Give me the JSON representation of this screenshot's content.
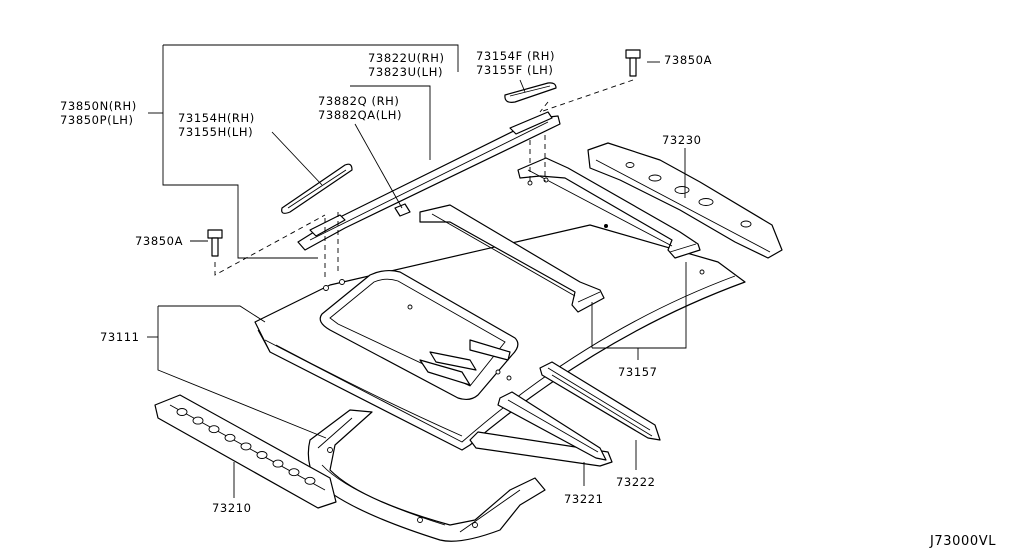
{
  "diagram_code": "J73000VL",
  "labels": {
    "p73850n": "73850N(RH)",
    "p73850p": "73850P(LH)",
    "p73822u": "73822U(RH)",
    "p73823u": "73823U(LH)",
    "p73154f": "73154F (RH)",
    "p73155f": "73155F (LH)",
    "p73850a_top": "73850A",
    "p73882q": "73882Q (RH)",
    "p73882qa": "73882QA(LH)",
    "p73154h": "73154H(RH)",
    "p73155h": "73155H(LH)",
    "p73230": "73230",
    "p73850a_left": "73850A",
    "p73111": "73111",
    "p73157": "73157",
    "p73222": "73222",
    "p73221": "73221",
    "p73210": "73210"
  }
}
